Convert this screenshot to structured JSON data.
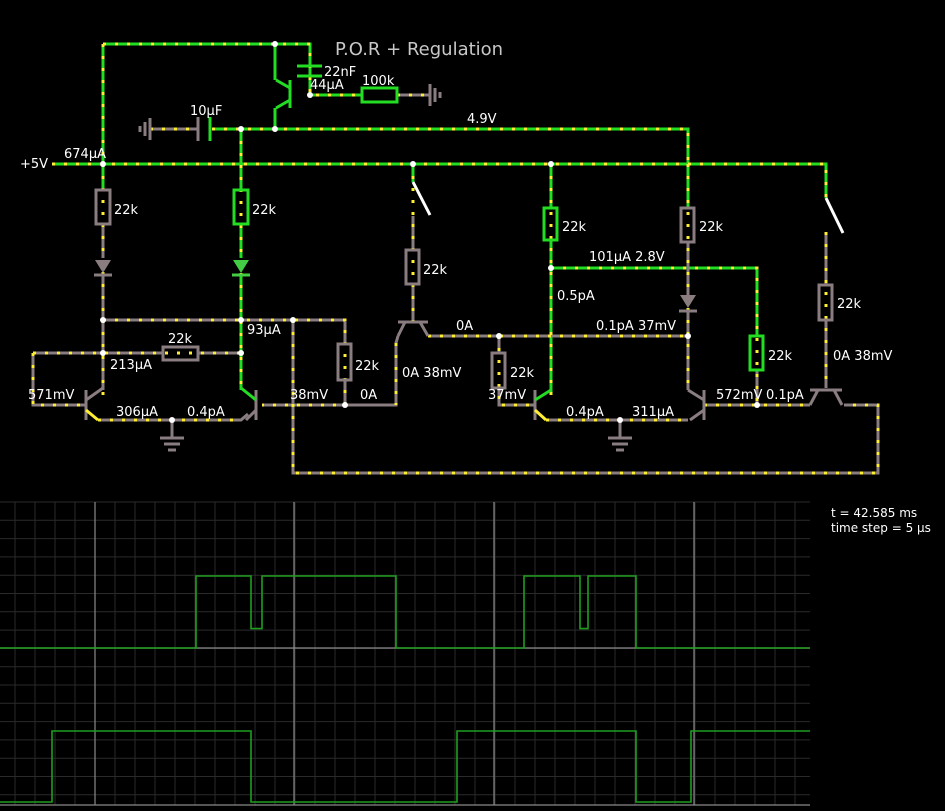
{
  "title": "P.O.R + Regulation",
  "rail_label": "+5V",
  "labels": {
    "i_rail": "674µA",
    "c10": "10µF",
    "c22": "22nF",
    "r100k": "100k",
    "i44": "44µA",
    "v49": "4.9V",
    "r1": "22k",
    "r2": "22k",
    "r3": "22k",
    "r4": "22k",
    "r5": "22k",
    "r6": "22k",
    "r7": "22k",
    "r8": "22k",
    "r9": "22k",
    "r10": "22k",
    "i213": "213µA",
    "i93": "93µA",
    "v571": "571mV",
    "i306": "306µA",
    "i04a": "0.4pA",
    "v38a": "38mV",
    "i0a": "0A",
    "i0a38": "0A 38mV",
    "i0b": "0A",
    "i101": "101µA 2.8V",
    "i05": "0.5pA",
    "i01_37": "0.1pA 37mV",
    "v37": "37mV",
    "i04b": "0.4pA",
    "i311": "311µA",
    "v572": "572mV",
    "i01": "0.1pA",
    "i0a38b": "0A 38mV"
  },
  "scope": {
    "time": "t = 42.585 ms",
    "timestep": "time step = 5 µs"
  },
  "chart_data": {
    "type": "line",
    "title": "",
    "xlabel": "",
    "ylabel": "",
    "series": [
      {
        "x": [
          0,
          196,
          196,
          251,
          251,
          262,
          262,
          396,
          396,
          524,
          524,
          580,
          580,
          588,
          588,
          636,
          636,
          810
        ],
        "values": [
          0,
          0,
          1,
          1,
          0.27,
          0.27,
          1,
          1,
          0,
          0,
          1,
          1,
          0.27,
          0.27,
          1,
          1,
          0,
          0
        ]
      },
      {
        "x": [
          0,
          52,
          52,
          251,
          251,
          457,
          457,
          636,
          636,
          691,
          691,
          810
        ],
        "values": [
          0,
          0,
          1,
          1,
          0,
          0,
          1,
          1,
          0,
          0,
          1,
          1
        ]
      }
    ]
  },
  "colors": {
    "live": "#22dd22",
    "idle": "#8a7d80",
    "current_dot": "#ffee33",
    "trace": "#1f9d1f"
  }
}
